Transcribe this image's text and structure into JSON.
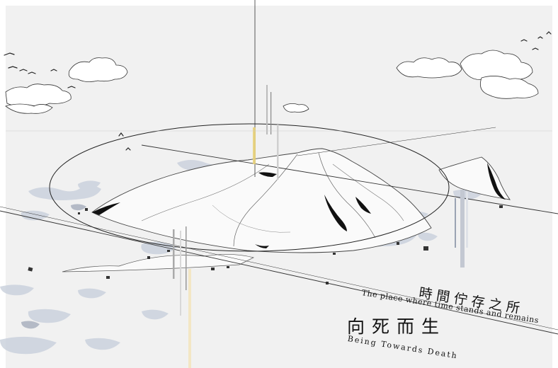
{
  "artwork": {
    "palette": {
      "background": "#f1f1f1",
      "border": "#ffffff",
      "line": "#222222",
      "wash": "#c9d0dc",
      "accent_yellow": "#e8d27a"
    },
    "title_primary": {
      "chinese": "時間佇存之所",
      "english": "The place where time stands and remains"
    },
    "title_secondary": {
      "chinese": "向死而生",
      "english": "Being Towards Death"
    }
  }
}
